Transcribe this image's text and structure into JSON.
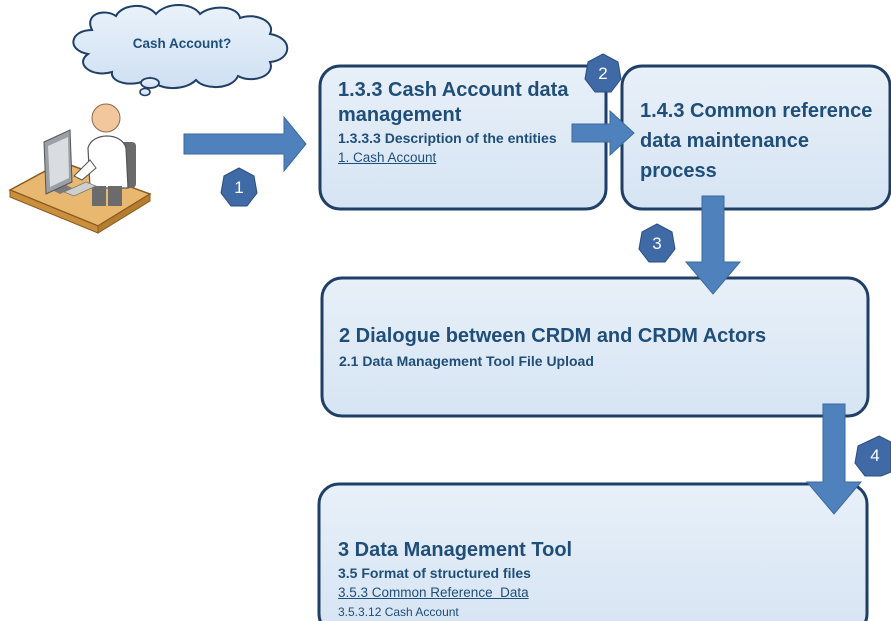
{
  "thought": {
    "text": "Cash Account?"
  },
  "steps": [
    "1",
    "2",
    "3",
    "4"
  ],
  "box_1": {
    "title": "1.3.3 Cash Account data management",
    "subtitle": "1.3.3.3 Description of the entities",
    "link": "1. Cash Account"
  },
  "box_2": {
    "title": "1.4.3 Common reference data maintenance process"
  },
  "box_3": {
    "title": "2 Dialogue between CRDM and CRDM Actors",
    "subtitle": "2.1 Data Management Tool File Upload"
  },
  "box_4": {
    "title": "3 Data Management Tool",
    "subtitle": "3.5 Format of structured files",
    "link": "3.5.3 Common Reference  Data",
    "detail": "3.5.3.12 Cash Account"
  },
  "colors": {
    "box_fill": "#dde9f5",
    "box_stroke": "#1f3f66",
    "text": "#1f4e79",
    "arrow": "#4f81bd",
    "badge": "#3f6aa6"
  }
}
